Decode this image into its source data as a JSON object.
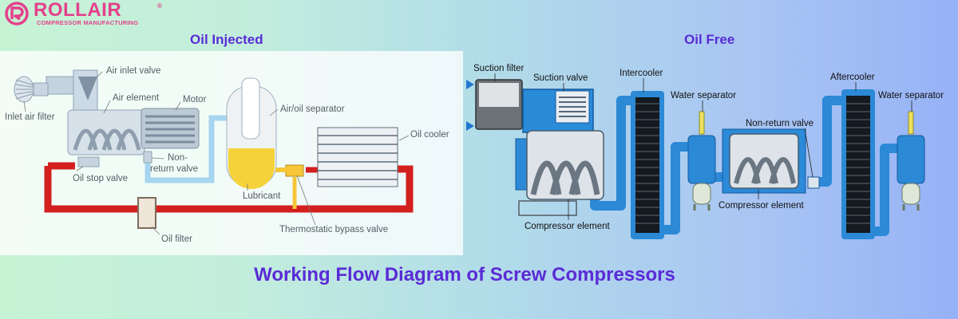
{
  "brand": {
    "name": "ROLLAIR",
    "registered": "®",
    "subtitle": "COMPRESSOR MANUFACTURING",
    "color": "#e4408c"
  },
  "main_title": "Working Flow Diagram of Screw Compressors",
  "title_color": "#5a2bd6",
  "oil_injected": {
    "title": "Oil Injected",
    "labels": {
      "air_inlet_valve": "Air inlet valve",
      "air_element": "Air element",
      "motor": "Motor",
      "inlet_air_filter": "Inlet air filter",
      "air_oil_separator": "Air/oil separator",
      "oil_cooler": "Oil cooler",
      "non": "Non-",
      "return_valve": "return valve",
      "oil_stop_valve": "Oil stop valve",
      "lubricant": "Lubricant",
      "oil_filter": "Oil filter",
      "thermostatic_bypass_valve": "Thermostatic bypass valve"
    },
    "colors": {
      "oil_line": "#d41f1f",
      "air_line": "#a6d5f0",
      "lubricant": "#f6d23a"
    }
  },
  "oil_free": {
    "title": "Oil Free",
    "labels": {
      "suction_filter": "Suction filter",
      "suction_valve": "Suction valve",
      "intercooler": "Intercooler",
      "water_separator_1": "Water separator",
      "non_return_valve": "Non-return valve",
      "aftercooler": "Aftercooler",
      "water_separator_2": "Water separator",
      "compressor_element_1": "Compressor element",
      "compressor_element_2": "Compressor element"
    },
    "colors": {
      "pipe": "#2b89d6",
      "pipe_dark": "#1564b0",
      "cooler": "#2a2a2a"
    }
  }
}
